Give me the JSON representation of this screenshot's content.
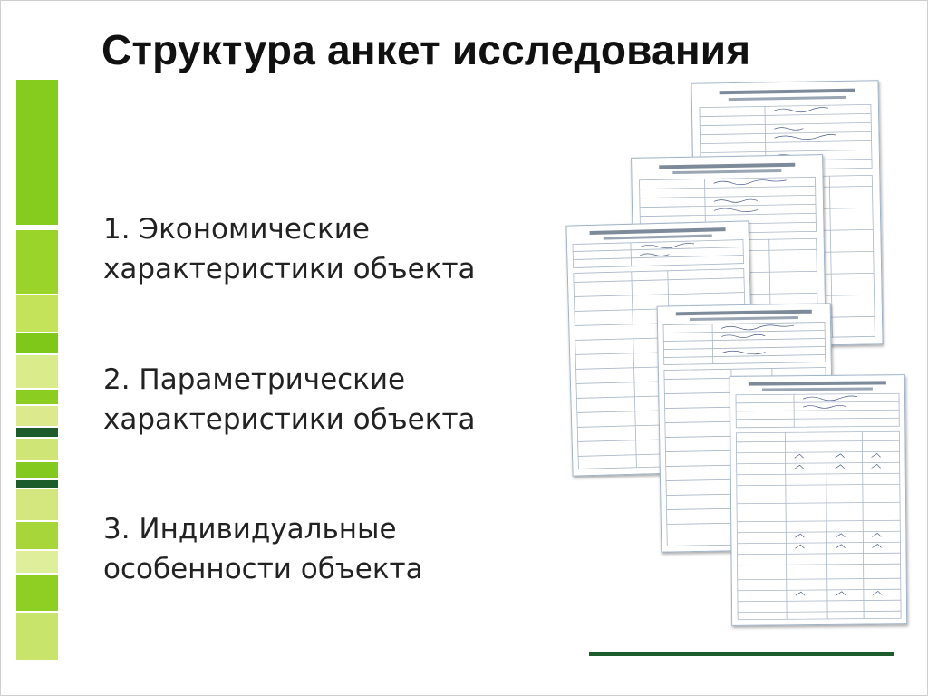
{
  "slide": {
    "title": "Структура анкет исследования",
    "items": [
      {
        "line1": "1. Экономические",
        "line2": "характеристики объекта"
      },
      {
        "line1": "2. Параметрические",
        "line2": "характеристики объекта"
      },
      {
        "line1": "3. Индивидуальные",
        "line2": "особенности объекта"
      }
    ]
  },
  "colors": {
    "accent_green": "#7ac61e",
    "light_green": "#c8e46a",
    "dark_green": "#1d5c2b",
    "title_text": "#111111",
    "body_text": "#222222"
  }
}
